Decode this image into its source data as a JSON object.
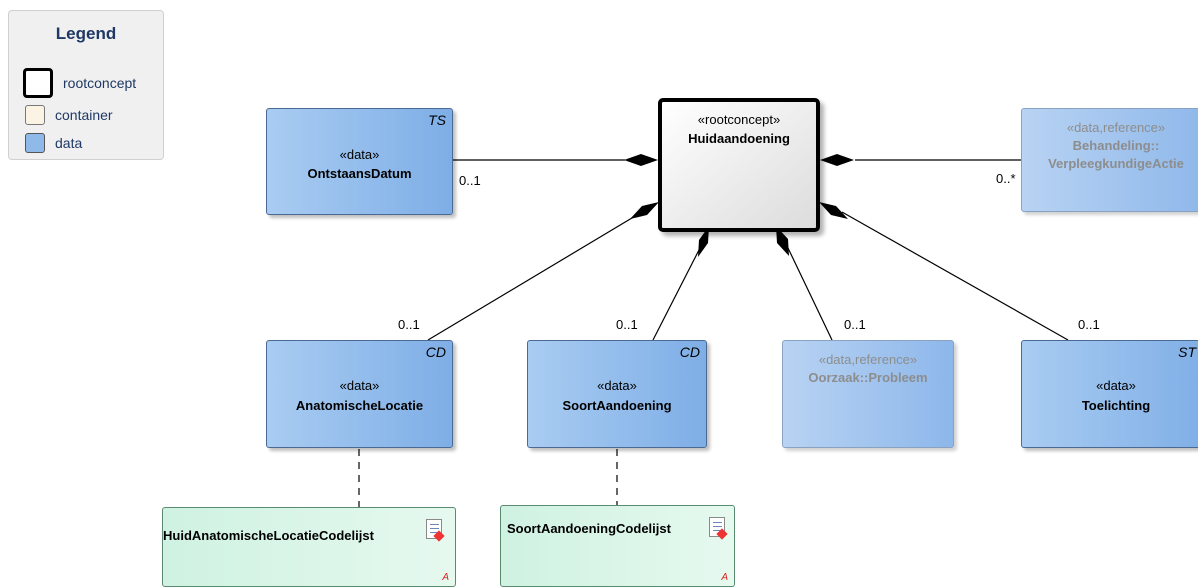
{
  "legend": {
    "title": "Legend",
    "items": [
      {
        "label": "rootconcept"
      },
      {
        "label": "container"
      },
      {
        "label": "data"
      }
    ]
  },
  "root": {
    "stereotype": "«rootconcept»",
    "name": "Huidaandoening"
  },
  "nodes": {
    "ontstaansdatum": {
      "stereotype": "«data»",
      "name": "OntstaansDatum",
      "type": "TS"
    },
    "behandeling": {
      "stereotype": "«data,reference»",
      "name_line1": "Behandeling::",
      "name_line2": "VerpleegkundigeActie"
    },
    "anatomische": {
      "stereotype": "«data»",
      "name": "AnatomischeLocatie",
      "type": "CD"
    },
    "soort": {
      "stereotype": "«data»",
      "name": "SoortAandoening",
      "type": "CD"
    },
    "oorzaak": {
      "stereotype": "«data,reference»",
      "name": "Oorzaak::Probleem"
    },
    "toelichting": {
      "stereotype": "«data»",
      "name": "Toelichting",
      "type": "ST"
    }
  },
  "codelists": {
    "huid": {
      "name": "HuidAnatomischeLocatieCodelijst",
      "mark": "A"
    },
    "soort": {
      "name": "SoortAandoeningCodelijst",
      "mark": "A"
    }
  },
  "multiplicities": {
    "ontstaansdatum": "0..1",
    "behandeling": "0..*",
    "anatomische": "0..1",
    "soort": "0..1",
    "oorzaak": "0..1",
    "toelichting": "0..1"
  }
}
